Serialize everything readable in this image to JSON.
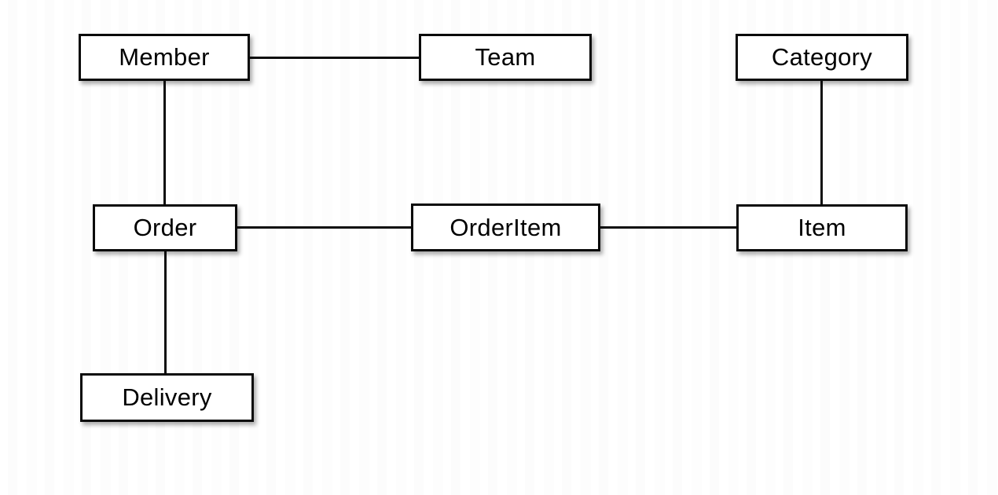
{
  "diagram": {
    "type": "entity-relationship",
    "nodes": {
      "member": {
        "label": "Member"
      },
      "team": {
        "label": "Team"
      },
      "category": {
        "label": "Category"
      },
      "order": {
        "label": "Order"
      },
      "orderitem": {
        "label": "OrderItem"
      },
      "item": {
        "label": "Item"
      },
      "delivery": {
        "label": "Delivery"
      }
    },
    "edges": [
      {
        "from": "Member",
        "to": "Team"
      },
      {
        "from": "Member",
        "to": "Order"
      },
      {
        "from": "Category",
        "to": "Item"
      },
      {
        "from": "Order",
        "to": "OrderItem"
      },
      {
        "from": "OrderItem",
        "to": "Item"
      },
      {
        "from": "Order",
        "to": "Delivery"
      }
    ],
    "colors": {
      "background": "#ffffff",
      "box_fill": "#ffffff",
      "box_border": "#0a0a0a",
      "line": "#0c0c0c",
      "text": "#000000"
    }
  }
}
